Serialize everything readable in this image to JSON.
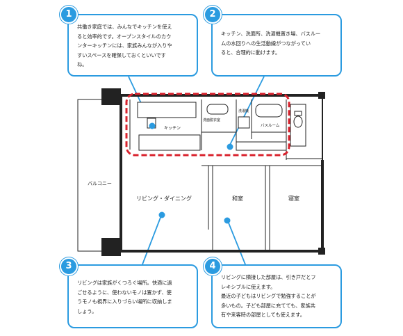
{
  "callouts": [
    {
      "number": "1",
      "text": "共働き家庭では、みんなでキッチンを使え\nると効率的です。オープンスタイルのカウ\nンターキッチンには、家族みんなが入りや\nすいスペースを確保しておくといいです\nね。"
    },
    {
      "number": "2",
      "text": "キッチン、洗面所、洗濯機置き場、バスルー\nムの水回りへの生活動線がつながってい\nると、合理的に動けます。"
    },
    {
      "number": "3",
      "text": "リビングは家族がくつろぐ場所。快適に過\nごせるように、使わないモノは置かず、使\nうモノも視界に入りづらい場所に収納しま\nしょう。"
    },
    {
      "number": "4",
      "text": "リビングに隣接した部屋は、引き戸だとフ\nレキシブルに使えます。\n最近の子どもはリビングで勉強することが\n多いもの。子ども部屋に充てても、家族共\n有や来客時の部屋としても使えます。"
    }
  ],
  "rooms": {
    "balcony": "バルコニー",
    "kitchen": "キッチン",
    "washroom": "洗面脱衣室",
    "laundry": "洗濯機",
    "bathroom": "バスルーム",
    "living_dining": "リビング・ダイニング",
    "japanese_room": "和室",
    "bedroom": "寝室"
  },
  "colors": {
    "accent": "#2b9be0",
    "highlight": "#d9232e",
    "wall": "#222222"
  }
}
